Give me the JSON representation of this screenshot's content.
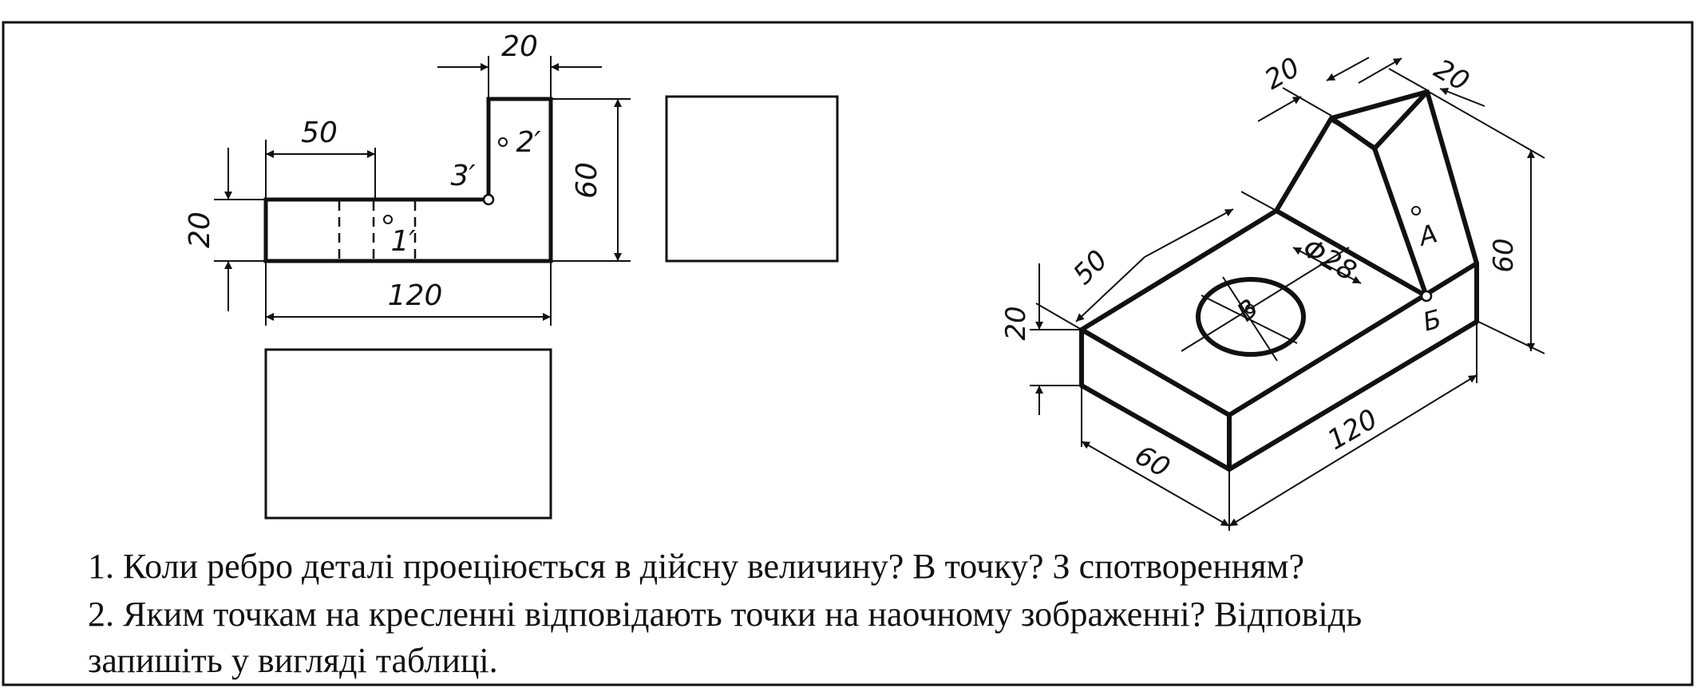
{
  "ortho_labels": {
    "dim_top_width": "20",
    "dim_step_length": "50",
    "dim_total_height": "60",
    "dim_base_height": "20",
    "dim_length": "120",
    "point_1": "1′",
    "point_2": "2′",
    "point_3": "3′"
  },
  "iso_labels": {
    "dim_top_a": "20",
    "dim_top_b": "20",
    "dim_height": "60",
    "dim_step": "50",
    "dim_base_height": "20",
    "dim_width": "60",
    "dim_length": "120",
    "dim_hole": "Φ28",
    "point_a": "А",
    "point_b": "Б",
    "point_c": "В"
  },
  "questions": {
    "q1": "1. Коли ребро деталі проеціюється в дійсну величину? В точку? З спотворенням?",
    "q2_line1": "2. Яким точкам на кресленні відповідають точки на наочному зображенні? Відповідь",
    "q2_line2": "запишіть у вигляді таблиці."
  }
}
